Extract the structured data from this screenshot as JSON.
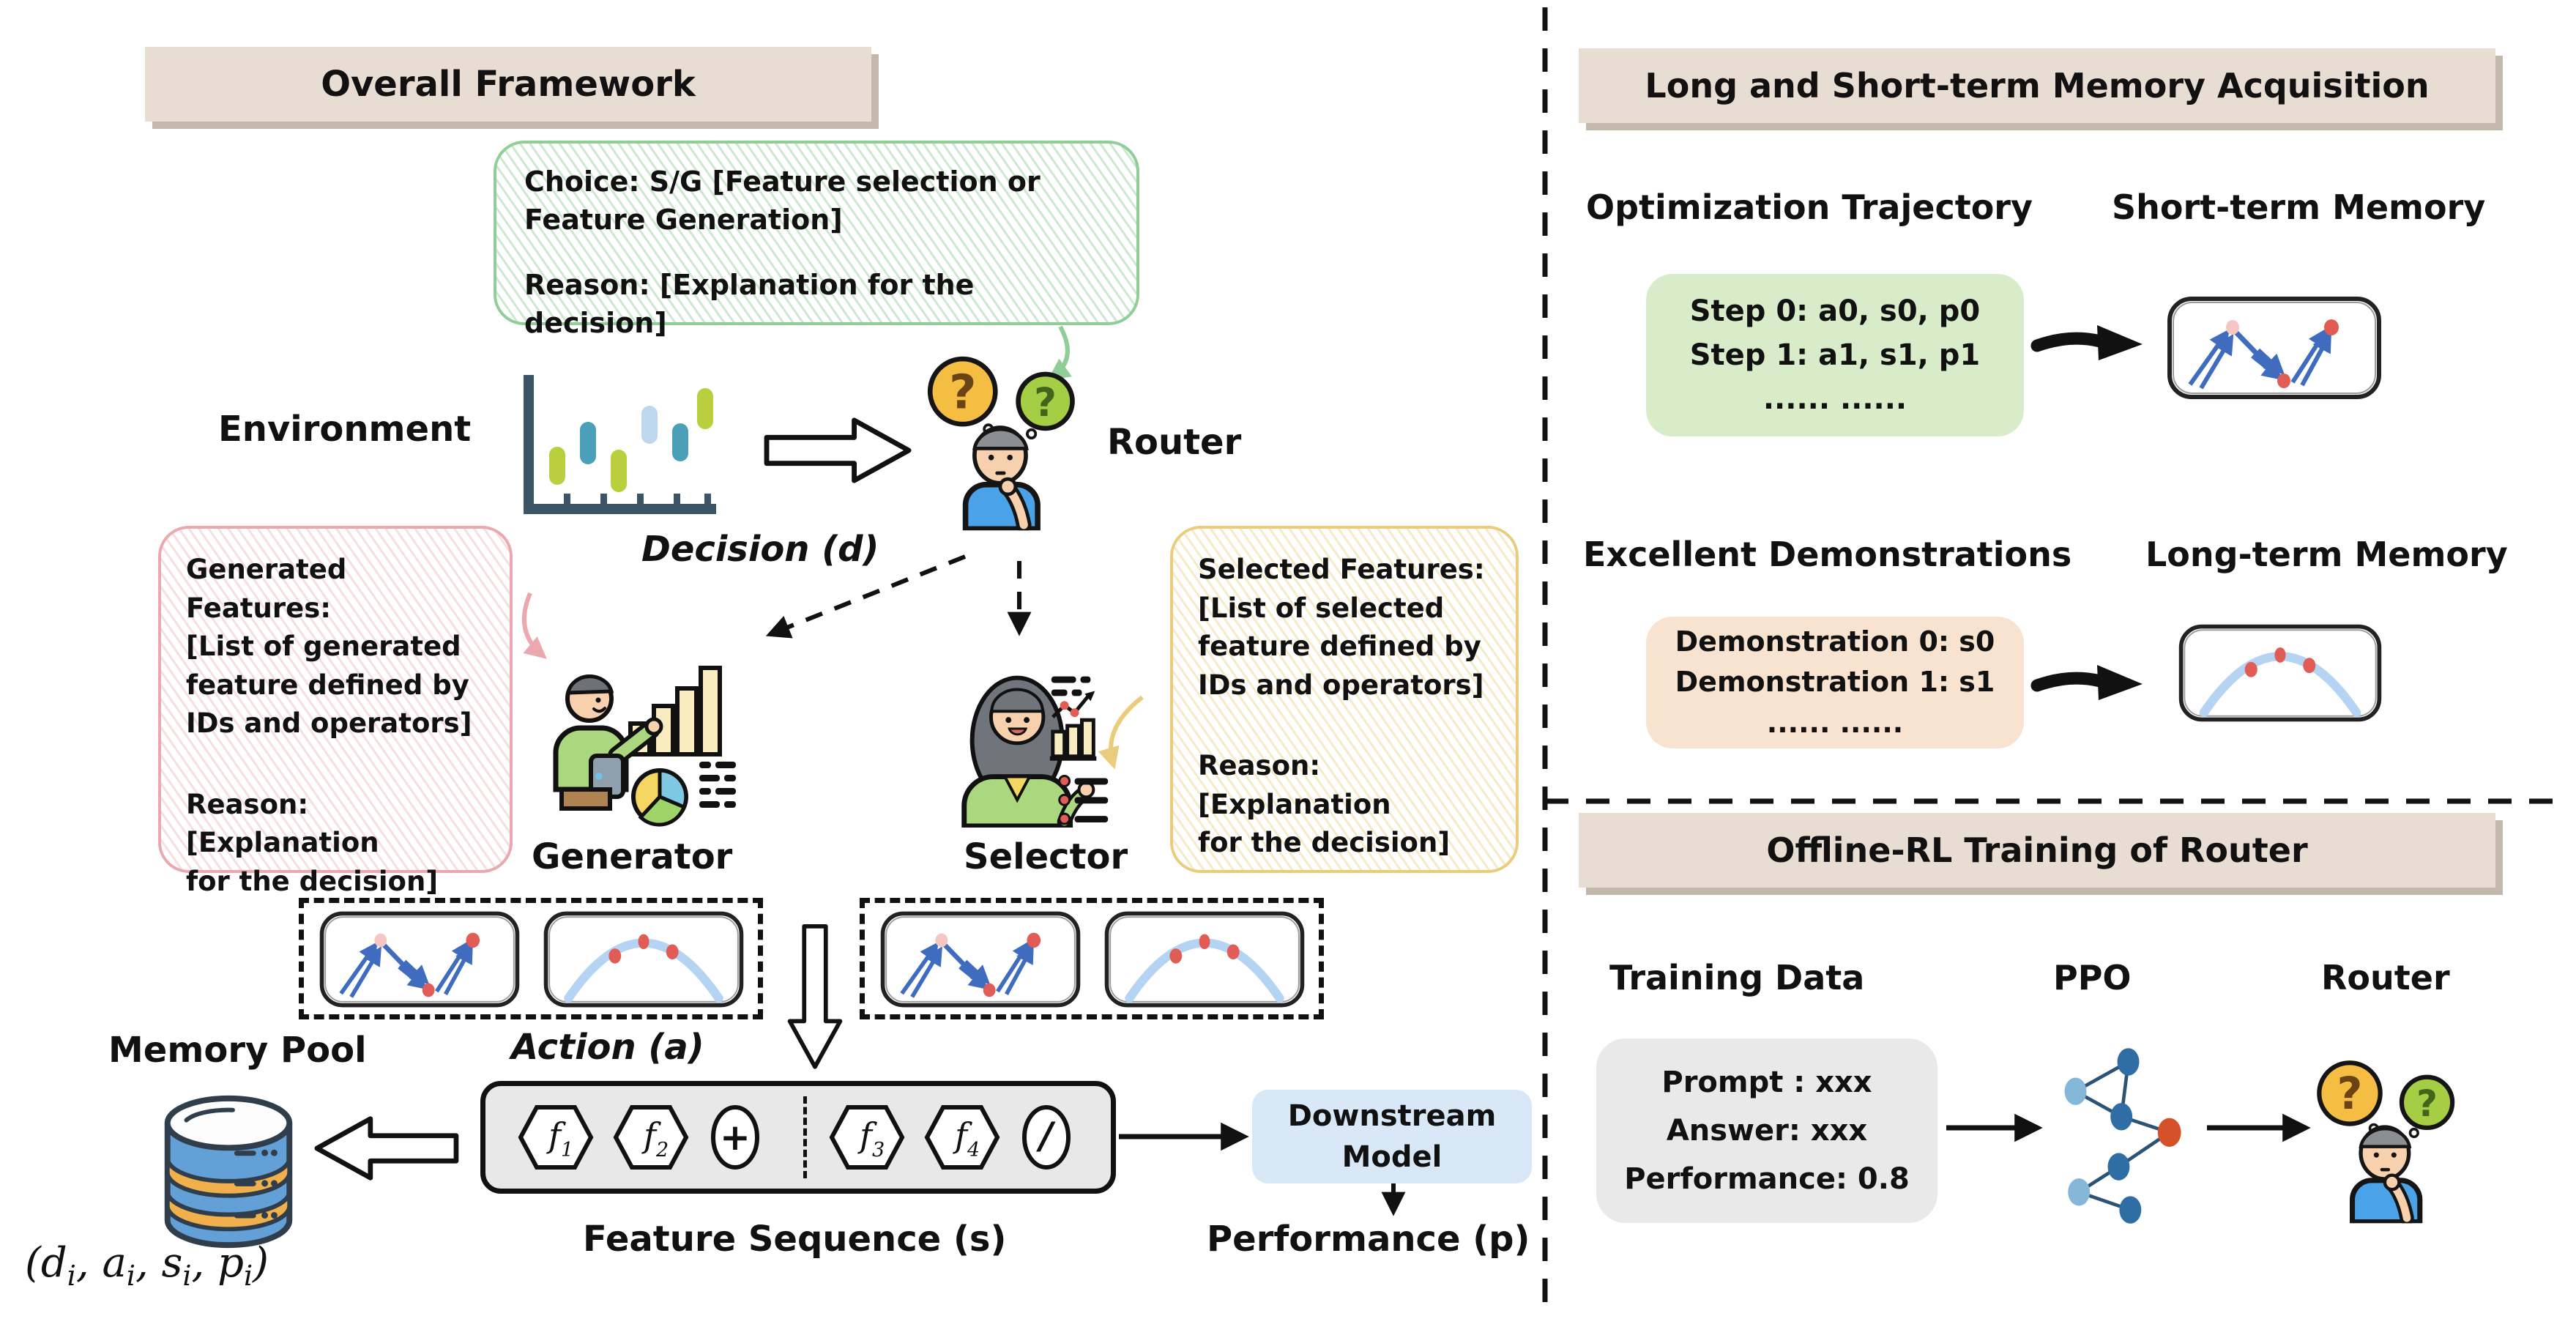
{
  "palette": {
    "header_bg": "#e8ddd2",
    "header_shadow": "#c3b8ac",
    "green_line": "#8fce96",
    "pink_line": "#eba8ae",
    "yellow_line": "#e9cd7c",
    "step_box_bg": "#d8ecc9",
    "demo_box_bg": "#f8e3d1",
    "data_box_bg": "#e9e9e9",
    "downstream_box_bg": "#d9e8f6",
    "sequence_box_bg": "#e8e8e8",
    "db_blue": "#64a0d8",
    "db_orange": "#f2b04d",
    "sketch_arrow_blue": "#3f6cbf",
    "sketch_arc_blue": "#b5d3f2",
    "dot_red": "#e05c54",
    "ppo_light": "#85b7d9",
    "ppo_dark": "#2f6ea5",
    "ppo_orange": "#d4512a",
    "question_yellow": "#f6bd43",
    "question_green": "#a6ce45"
  },
  "overall": {
    "title": "Overall Framework",
    "choice_bubble": {
      "line1": "Choice: S/G [Feature selection or",
      "line2": "Feature Generation]",
      "reason": "Reason: [Explanation for the decision]"
    },
    "environment_label": "Environment",
    "router_label": "Router",
    "decision_label": "Decision (d)",
    "generated_bubble": {
      "line1": "Generated Features:",
      "line2": "[List of generated",
      "line3": "feature defined by",
      "line4": "IDs and operators]",
      "reason1": "Reason: [Explanation",
      "reason2": "for the decision]"
    },
    "selected_bubble": {
      "line1": "Selected Features:",
      "line2": "[List of selected",
      "line3": "feature defined by",
      "line4": "IDs and operators]",
      "reason1": "Reason: [Explanation",
      "reason2": "for the decision]"
    },
    "generator_label": "Generator",
    "selector_label": "Selector",
    "memory_pool_label": "Memory Pool",
    "action_label": "Action (a)",
    "sequence": {
      "tokens": [
        {
          "base": "f",
          "sub": "1"
        },
        {
          "base": "f",
          "sub": "2"
        },
        {
          "op": "+"
        },
        {
          "base": "f",
          "sub": "3"
        },
        {
          "base": "f",
          "sub": "4"
        },
        {
          "op": "/"
        }
      ],
      "label": "Feature Sequence (s)"
    },
    "downstream": {
      "line1": "Downstream",
      "line2": "Model"
    },
    "performance_label": "Performance (p)",
    "tuple_parts": [
      "(d",
      "i",
      ", a",
      "i",
      ", s",
      "i",
      ", p",
      "i",
      ")"
    ]
  },
  "memory_panel": {
    "title": "Long and Short-term Memory Acquisition",
    "optimization_label": "Optimization Trajectory",
    "short_term_label": "Short-term Memory",
    "steps": [
      "Step 0: a0, s0, p0",
      "Step 1: a1, s1, p1",
      "...... ......"
    ],
    "excellent_label": "Excellent Demonstrations",
    "long_term_label": "Long-term Memory",
    "demonstrations": [
      "Demonstration 0: s0",
      "Demonstration 1: s1",
      "...... ......"
    ]
  },
  "training_panel": {
    "title": "Offline-RL Training of Router",
    "training_data_label": "Training Data",
    "ppo_label": "PPO",
    "router_label": "Router",
    "data_lines": [
      "Prompt : xxx",
      "Answer: xxx",
      "Performance: 0.8"
    ]
  },
  "icons": {
    "environment": "candlestick-chart",
    "router": "thinking-person-with-question-marks",
    "generator": "man-presenting-bar-chart",
    "selector": "woman-presenting-checklist",
    "memory_pool": "database-cylinder",
    "short_term": "blue-vector-arrows-sketch",
    "long_term": "blue-arc-sketch",
    "ppo": "neural-network"
  }
}
